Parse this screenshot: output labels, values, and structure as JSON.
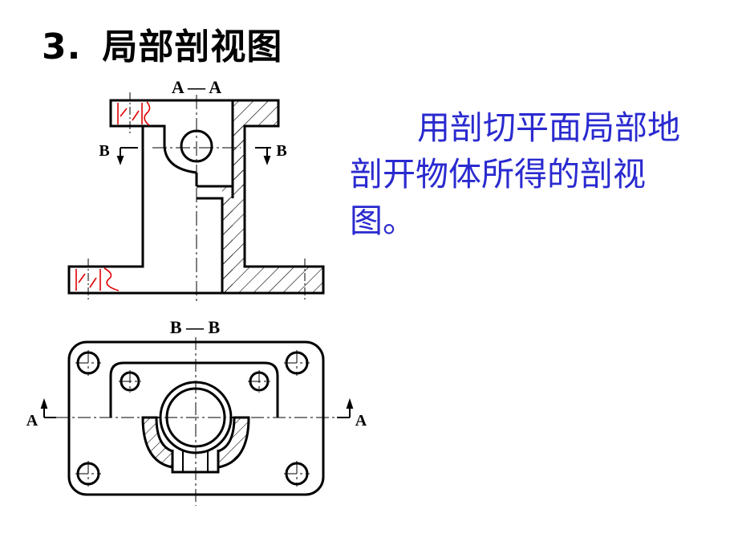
{
  "title": {
    "number": "3.",
    "text": "局部剖视图"
  },
  "description": "用剖切平面局部地剖开物体所得的剖视图。",
  "labels": {
    "section_aa": "A — A",
    "section_bb": "B — B",
    "cut_b_left": "B",
    "cut_b_right": "B",
    "cut_a_left": "A",
    "cut_a_right": "A"
  },
  "colors": {
    "outline": "#000000",
    "hatch": "#000000",
    "break_line": "#e00000",
    "text_blue": "#2a2ad0"
  }
}
